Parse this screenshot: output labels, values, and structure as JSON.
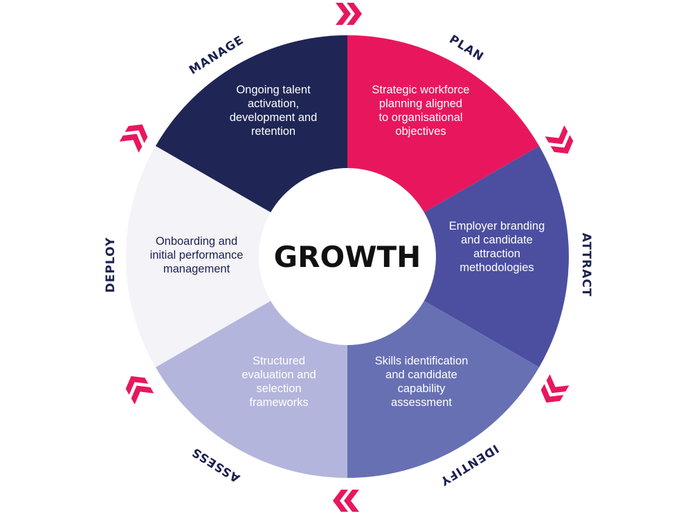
{
  "center": {
    "label": "GROWTH"
  },
  "colors": {
    "accent": "#e8175d",
    "navy": "#1f2555",
    "label": "#1c2150"
  },
  "segments": [
    {
      "id": "plan",
      "label": "PLAN",
      "lines": [
        "Strategic workforce",
        "planning aligned",
        "to organisational",
        "objectives"
      ],
      "fill": "#e8175d",
      "text_color": "#ffffff"
    },
    {
      "id": "attract",
      "label": "ATTRACT",
      "lines": [
        "Employer branding",
        "and candidate",
        "attraction",
        "methodologies"
      ],
      "fill": "#4c4fa0",
      "text_color": "#ffffff"
    },
    {
      "id": "identify",
      "label": "IDENTIFY",
      "lines": [
        "Skills identification",
        "and candidate",
        "capability",
        "assessment"
      ],
      "fill": "#6770b3",
      "text_color": "#ffffff"
    },
    {
      "id": "assess",
      "label": "ASSESS",
      "lines": [
        "Structured",
        "evaluation and",
        "selection",
        "frameworks"
      ],
      "fill": "#b3b5dc",
      "text_color": "#ffffff"
    },
    {
      "id": "deploy",
      "label": "DEPLOY",
      "lines": [
        "Onboarding and",
        "initial performance",
        "management"
      ],
      "fill": "#f3f3f8",
      "text_color": "#1c2150"
    },
    {
      "id": "manage",
      "label": "MANAGE",
      "lines": [
        "Ongoing talent",
        "activation,",
        "development and",
        "retention"
      ],
      "fill": "#1f2555",
      "text_color": "#ffffff"
    }
  ],
  "arrows": [
    {
      "name": "arrow-top-icon"
    },
    {
      "name": "arrow-upper-right-icon"
    },
    {
      "name": "arrow-lower-right-icon"
    },
    {
      "name": "arrow-bottom-icon"
    },
    {
      "name": "arrow-lower-left-icon"
    },
    {
      "name": "arrow-upper-left-icon"
    }
  ]
}
